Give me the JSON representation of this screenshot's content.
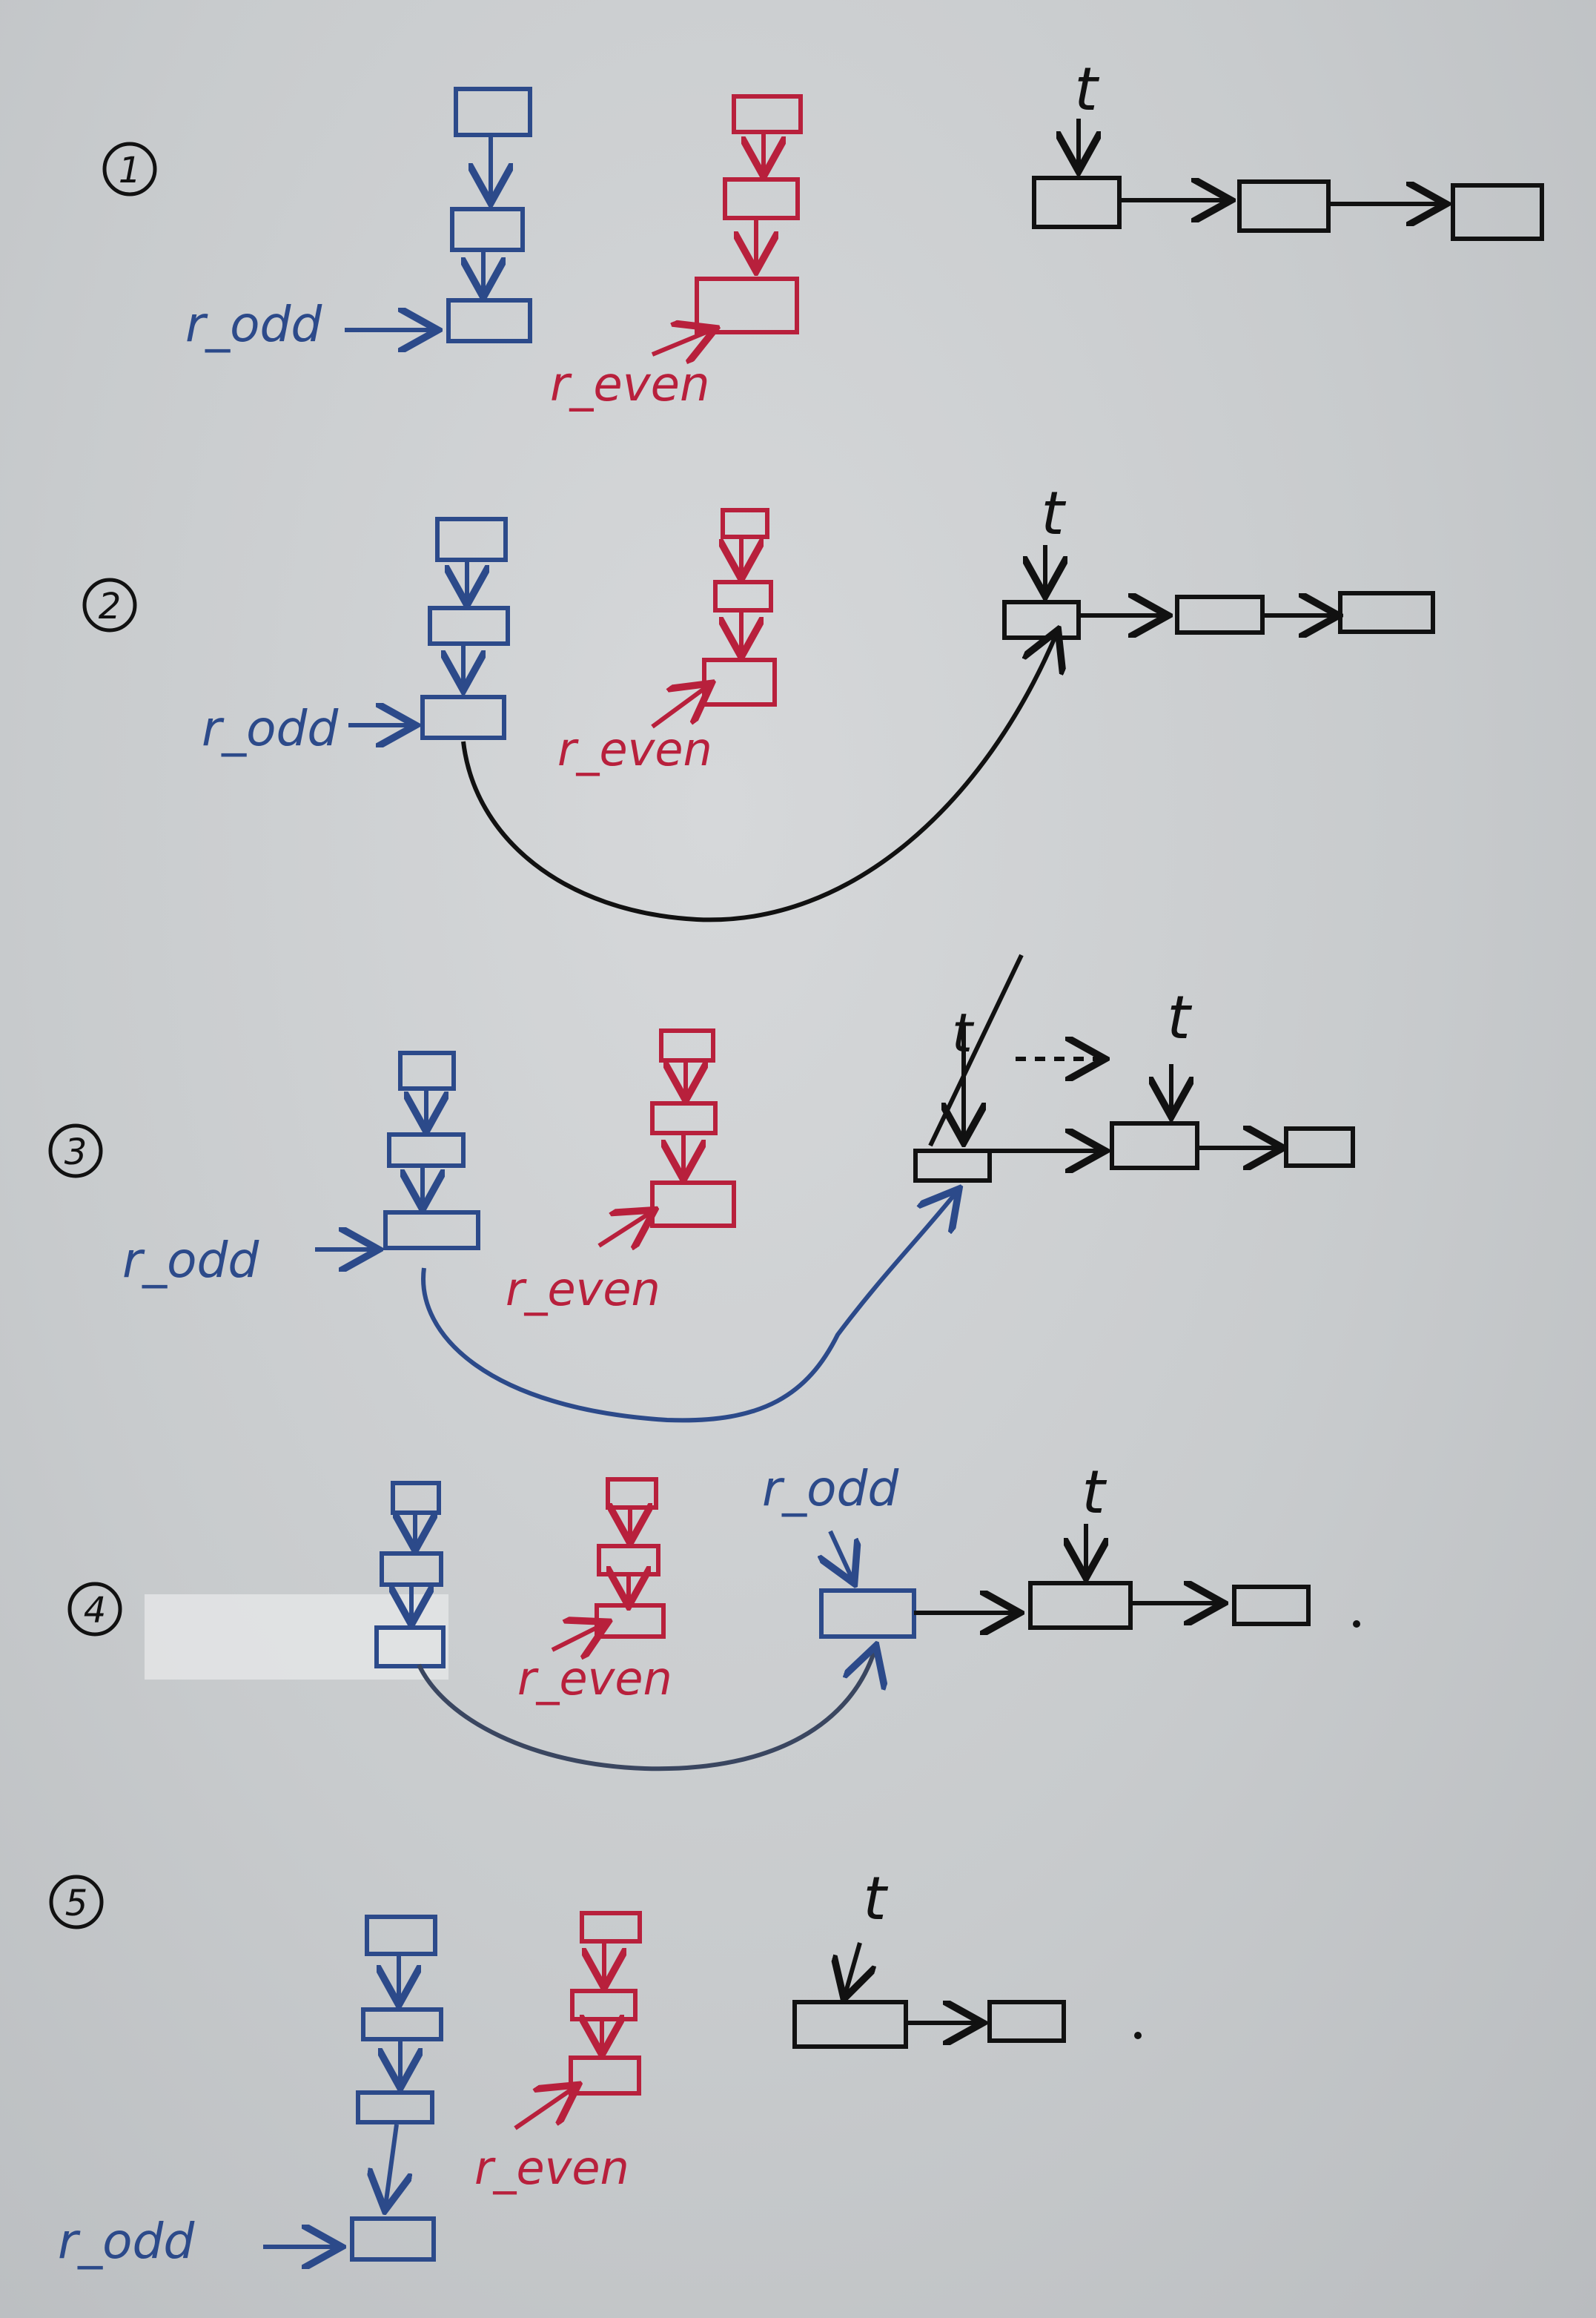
{
  "steps": [
    {
      "label": "1",
      "tail_label": "t",
      "odd_label": "r_odd",
      "even_label": "r_even"
    },
    {
      "label": "2",
      "tail_label": "t",
      "odd_label": "r_odd",
      "even_label": "r_even"
    },
    {
      "label": "3",
      "tail_label": "t",
      "odd_label": "r_odd",
      "even_label": "r_even"
    },
    {
      "label": "4",
      "tail_label": "t",
      "odd_label": "r_odd",
      "even_label": "r_even"
    },
    {
      "label": "5",
      "tail_label": "t",
      "odd_label": "r_odd",
      "even_label": "r_even"
    }
  ],
  "colors": {
    "odd": "#2c4a8a",
    "even": "#b8203c",
    "list": "#111111",
    "board": "#c9cccf"
  }
}
